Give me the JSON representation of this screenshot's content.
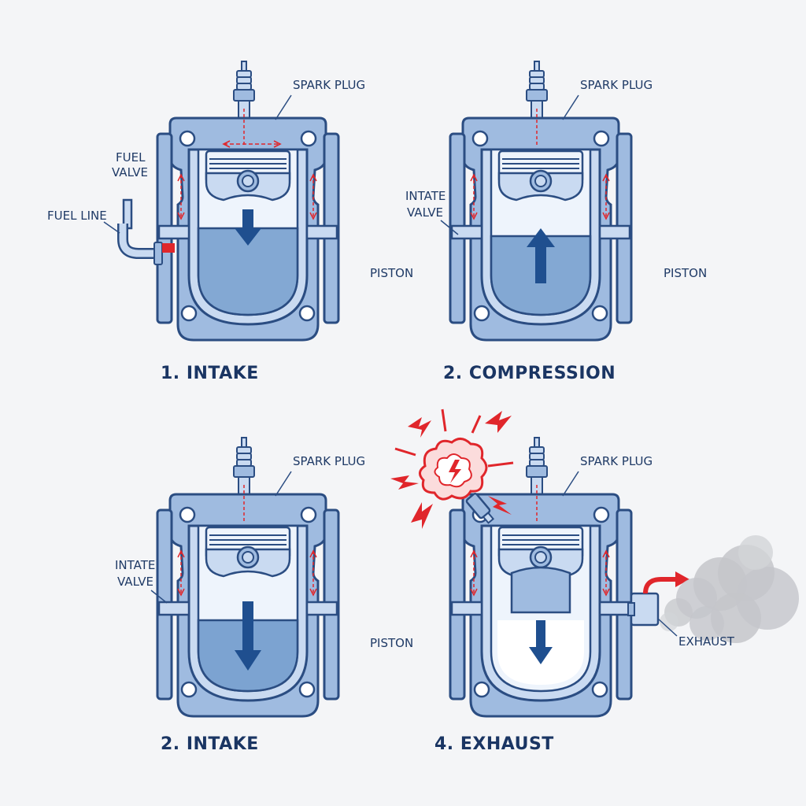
{
  "labels": {
    "p1": {
      "spark": "SPARK PLUG",
      "fuel_valve_1": "FUEL",
      "fuel_valve_2": "VALVE",
      "fuel_line": "FUEL LINE",
      "piston": "PISTON",
      "title": "1. INTAKE"
    },
    "p2": {
      "spark": "SPARK PLUG",
      "valve_1": "INTATE",
      "valve_2": "VALVE",
      "piston": "PISTON",
      "title": "2. COMPRESSION"
    },
    "p3": {
      "spark": "SPARK PLUG",
      "valve_1": "INTATE",
      "valve_2": "VALVE",
      "piston": "PISTON",
      "title": "2. INTAKE"
    },
    "p4": {
      "spark": "SPARK PLUG",
      "exhaust": "EXHAUST",
      "title": "4. EXHAUST"
    }
  },
  "colors": {
    "outline": "#2b4d82",
    "body_outer": "#9fbbe0",
    "body_inner": "#c9daf1",
    "chamber": "#eef4fc",
    "fluid": "#5f8fc6",
    "arrow": "#1f4f8f",
    "red": "#e0262b",
    "smoke": "#c4c6ca"
  }
}
